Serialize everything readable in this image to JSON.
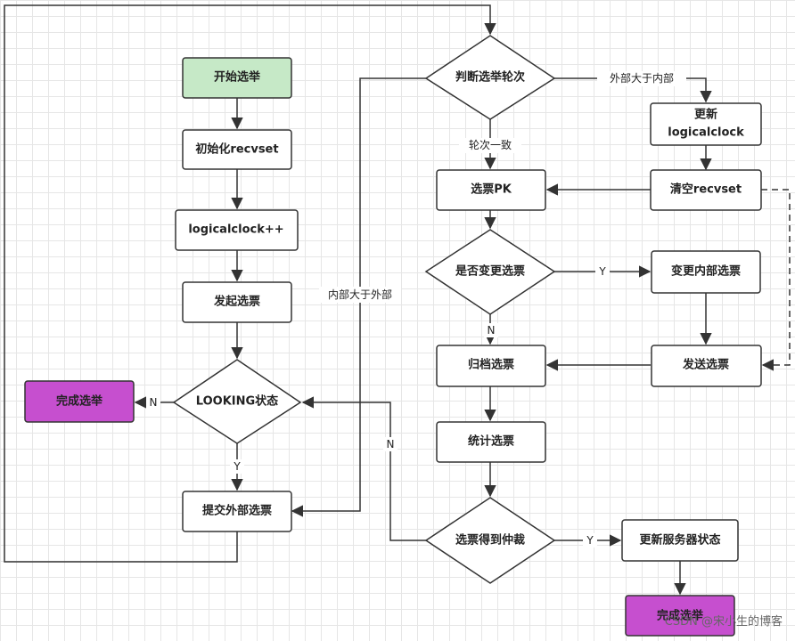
{
  "nodes": {
    "start_election": "开始选举",
    "init_recvset": "初始化recvset",
    "logicalclock_inc": "logicalclock++",
    "initiate_vote": "发起选票",
    "looking_state": "LOOKING状态",
    "finish_election_left": "完成选举",
    "submit_external_vote": "提交外部选票",
    "judge_round": "判断选举轮次",
    "update_logicalclock_l1": "更新",
    "update_logicalclock_l2": "logicalclock",
    "clear_recvset": "清空recvset",
    "vote_pk": "选票PK",
    "change_vote_q": "是否变更选票",
    "change_internal_vote": "变更内部选票",
    "archive_vote": "归档选票",
    "send_vote": "发送选票",
    "count_votes": "统计选票",
    "quorum_q": "选票得到仲裁",
    "update_server_state": "更新服务器状态",
    "finish_election_bottom": "完成选举"
  },
  "edge_labels": {
    "external_gt_internal": "外部大于内部",
    "round_equal": "轮次一致",
    "internal_gt_external": "内部大于外部",
    "yes_change": "Y",
    "no_change": "N",
    "no_looking": "N",
    "yes_looking": "Y",
    "no_quorum": "N",
    "yes_quorum": "Y"
  },
  "watermark": "CSDN @宋小生的博客",
  "colors": {
    "start_fill": "#c6e9c7",
    "finish_fill": "#c64fcf",
    "node_fill": "#ffffff",
    "stroke": "#333333"
  }
}
